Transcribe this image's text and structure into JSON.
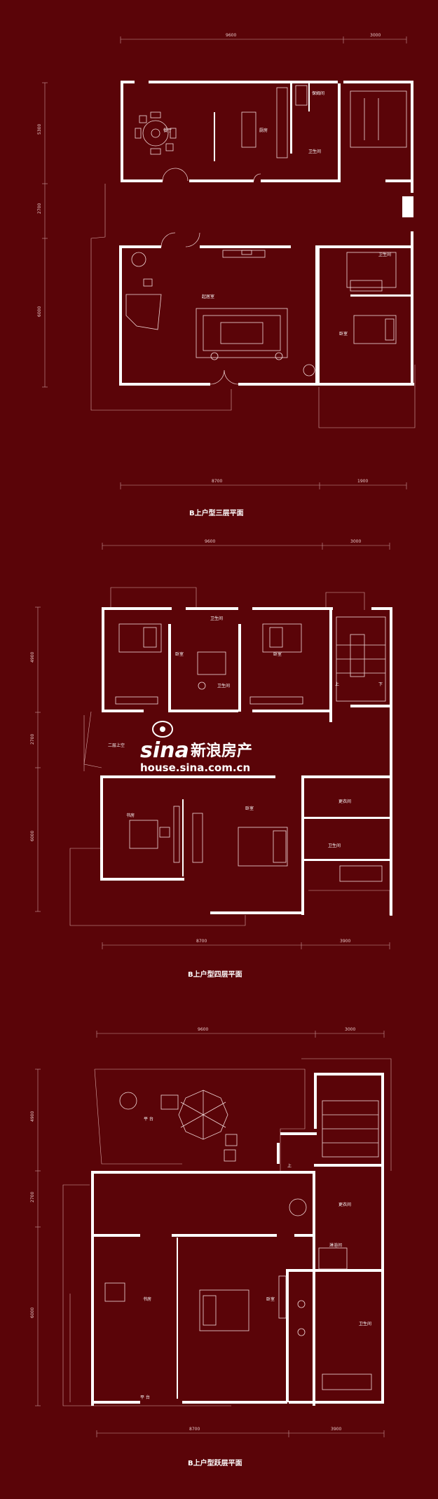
{
  "plans": [
    {
      "caption": "B上户型三层平面",
      "dims_top": [
        "9600",
        "3000"
      ],
      "dims_bottom": [
        "8700",
        "1900"
      ],
      "dims_left": [
        "5300",
        "2700",
        "6000"
      ],
      "rooms": {
        "dining": "餐厅",
        "kitchen": "厨房",
        "bathroom_a": "保姆间",
        "bathroom_b": "卫生间",
        "family": "起居室",
        "bath": "卫生间",
        "bedroom": "卧室"
      }
    },
    {
      "caption": "B上户型四层平面",
      "dims_top": [
        "9600",
        "3000"
      ],
      "dims_bottom": [
        "8700",
        "3900"
      ],
      "dims_left": [
        "4900",
        "2700",
        "6000"
      ],
      "rooms": {
        "bedroom_1": "卧室",
        "bath_1": "卫生间",
        "bath_2": "卫生间",
        "bedroom_2": "卧室",
        "up_label": "上",
        "down_label": "下",
        "void": "二层上空",
        "study": "书房",
        "master": "卧室",
        "closet": "更衣间",
        "master_bath": "卫生间"
      }
    },
    {
      "caption": "B上户型跃层平面",
      "dims_top": [
        "9600",
        "3000"
      ],
      "dims_bottom": [
        "8700",
        "3900"
      ],
      "dims_left": [
        "4900",
        "2700",
        "6000"
      ],
      "rooms": {
        "terrace_top": "平 台",
        "up_label": "上",
        "closet": "更衣间",
        "shower": "淋浴间",
        "study": "书房",
        "bedroom": "卧室",
        "bath": "卫生间",
        "terrace_bottom": "平 台"
      }
    }
  ],
  "watermark": {
    "brand": "sina",
    "brand_cn": "新浪房产",
    "url": "house.sina.com.cn"
  }
}
